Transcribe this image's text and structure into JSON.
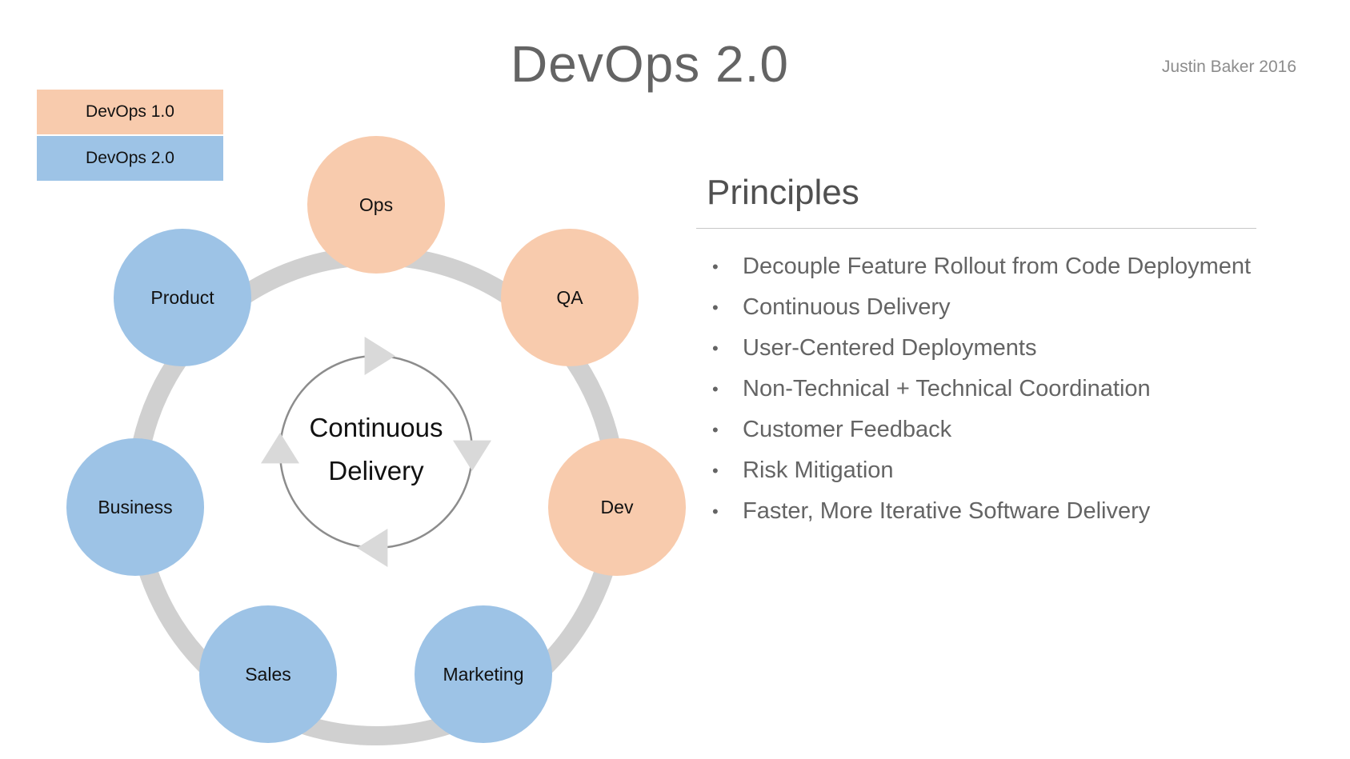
{
  "title": "DevOps 2.0",
  "author": "Justin Baker 2016",
  "colors": {
    "devops1": "#F8CBAD",
    "devops2": "#9DC3E6",
    "ring": "#D0D0D0",
    "cycle": "#8C8C8C",
    "arrow": "#D9D9D9"
  },
  "legend": [
    {
      "label": "DevOps 1.0",
      "color": "#F8CBAD"
    },
    {
      "label": "DevOps 2.0",
      "color": "#9DC3E6"
    }
  ],
  "center": {
    "line1": "Continuous",
    "line2": "Delivery"
  },
  "nodes": [
    {
      "label": "Ops",
      "group": "devops1"
    },
    {
      "label": "QA",
      "group": "devops1"
    },
    {
      "label": "Dev",
      "group": "devops1"
    },
    {
      "label": "Marketing",
      "group": "devops2"
    },
    {
      "label": "Sales",
      "group": "devops2"
    },
    {
      "label": "Business",
      "group": "devops2"
    },
    {
      "label": "Product",
      "group": "devops2"
    }
  ],
  "principles": {
    "heading": "Principles",
    "bullet": "•",
    "items": [
      "Decouple Feature Rollout from Code Deployment",
      "Continuous Delivery",
      "User-Centered Deployments",
      "Non-Technical + Technical Coordination",
      "Customer Feedback",
      "Risk Mitigation",
      "Faster, More Iterative Software Delivery"
    ]
  }
}
